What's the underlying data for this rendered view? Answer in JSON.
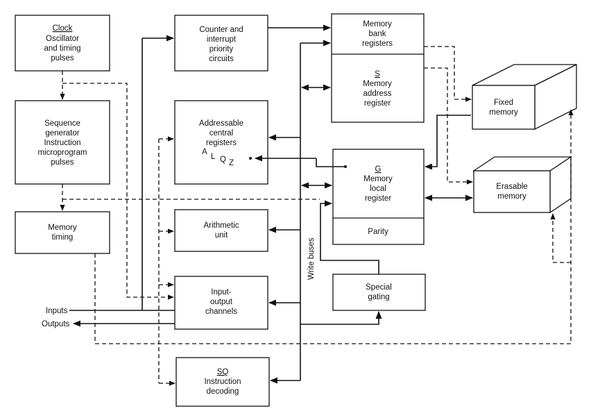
{
  "blocks": {
    "clock": {
      "title": "Clock",
      "lines": [
        "Oscillator",
        "and timing",
        "pulses"
      ]
    },
    "sequence_generator": {
      "lines": [
        "Sequence",
        "generator",
        "Instruction",
        "microprogram",
        "pulses"
      ]
    },
    "memory_timing": {
      "lines": [
        "Memory",
        "timing"
      ]
    },
    "counter": {
      "lines": [
        "Counter and",
        "interrupt",
        "priority",
        "circuits"
      ]
    },
    "central_registers": {
      "lines": [
        "Addressable",
        "central",
        "registers"
      ],
      "registers": [
        "A",
        "L",
        "Q",
        "Z"
      ]
    },
    "arithmetic": {
      "lines": [
        "Arithmetic",
        "unit"
      ]
    },
    "io_channels": {
      "lines": [
        "Input-",
        "output",
        "channels"
      ]
    },
    "instruction_decoding": {
      "title": "SQ",
      "lines": [
        "Instruction",
        "decoding"
      ]
    },
    "memory_bank": {
      "lines": [
        "Memory",
        "bank",
        "registers"
      ]
    },
    "memory_address": {
      "title": "S",
      "lines": [
        "Memory",
        "address",
        "register"
      ]
    },
    "memory_local": {
      "title": "G",
      "lines": [
        "Memory",
        "local",
        "register"
      ]
    },
    "parity": {
      "lines": [
        "Parity"
      ]
    },
    "special_gating": {
      "lines": [
        "Special",
        "gating"
      ]
    },
    "fixed_memory": {
      "lines": [
        "Fixed",
        "memory"
      ]
    },
    "erasable_memory": {
      "lines": [
        "Erasable",
        "memory"
      ]
    }
  },
  "labels": {
    "inputs": "Inputs",
    "outputs": "Outputs",
    "write_buses": "Write buses"
  }
}
